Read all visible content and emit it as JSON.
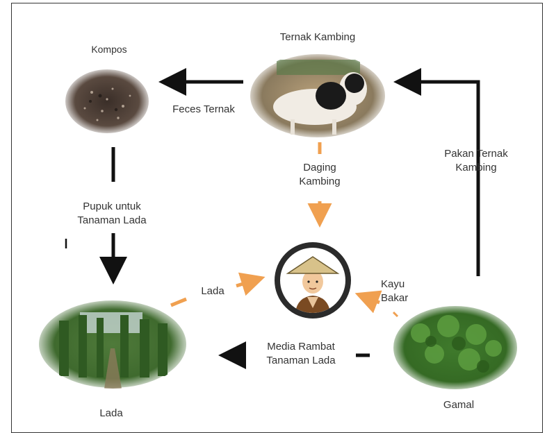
{
  "nodes": {
    "kompos": "Kompos",
    "kambing": "Ternak Kambing",
    "lada": "Lada",
    "gamal": "Gamal"
  },
  "edges": {
    "feces": "Feces Ternak",
    "daging_l1": "Daging",
    "daging_l2": "Kambing",
    "pupuk_l1": "Pupuk untuk",
    "pupuk_l2": "Tanaman Lada",
    "pakan_l1": "Pakan Ternak",
    "pakan_l2": "Kambing",
    "lada_edge": "Lada",
    "kayu_l1": "Kayu",
    "kayu_l2": "Bakar",
    "media_l1": "Media Rambat",
    "media_l2": "Tanaman Lada"
  },
  "colors": {
    "black_arrow": "#111111",
    "orange_arrow": "#f0a050",
    "farmer_ring": "#2b2b2b"
  }
}
